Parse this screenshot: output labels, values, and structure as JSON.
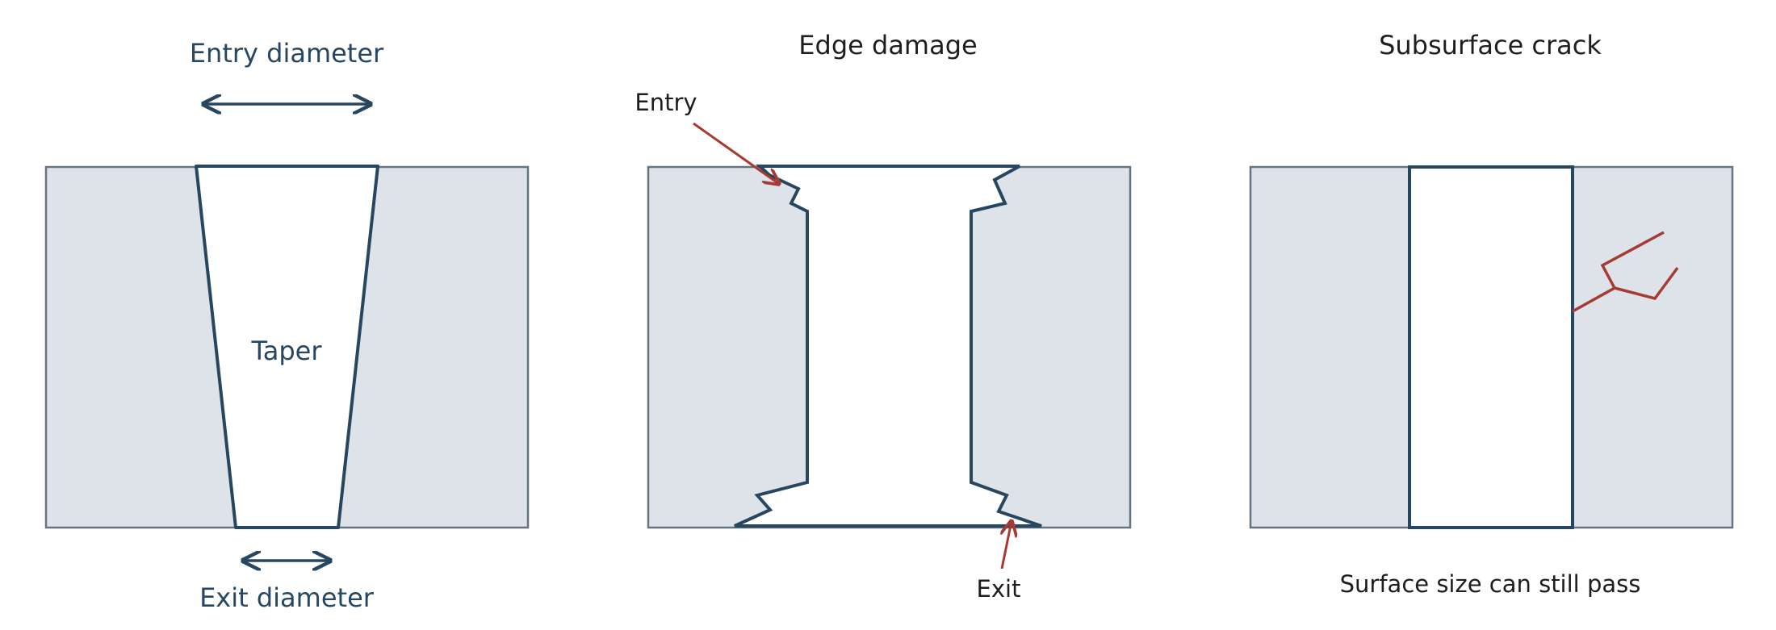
{
  "colors": {
    "material_fill": "#dde3e9",
    "material_edge": "#657480",
    "hole_outline": "#27465f",
    "annotation_red": "#a83a34",
    "text_dark": "#1e1e1e",
    "text_blue": "#27465f",
    "background": "#ffffff"
  },
  "panels": {
    "taper": {
      "entry_label": "Entry diameter",
      "center_label": "Taper",
      "exit_label": "Exit diameter"
    },
    "edge_damage": {
      "title": "Edge damage",
      "entry_label": "Entry",
      "exit_label": "Exit"
    },
    "subsurface": {
      "title": "Subsurface crack",
      "caption": "Surface size can still pass"
    }
  }
}
